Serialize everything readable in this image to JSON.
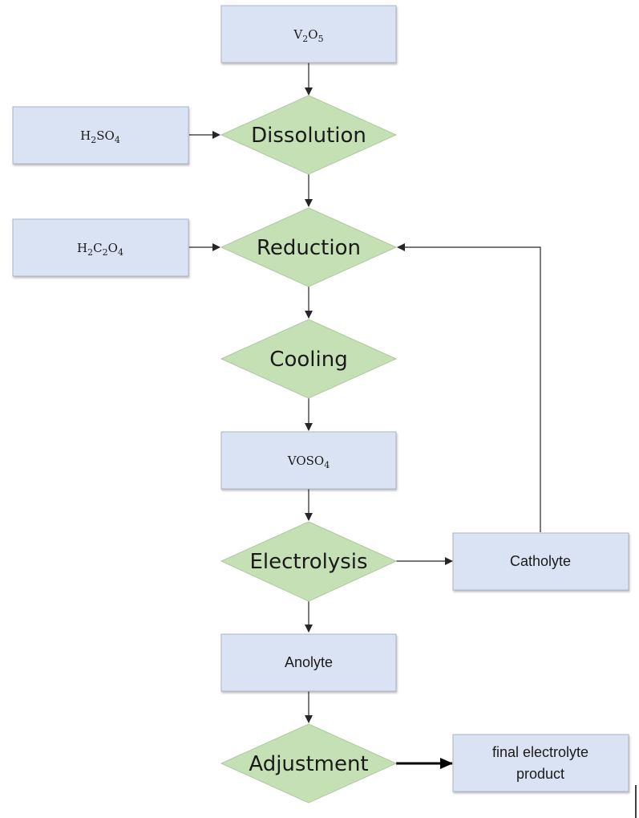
{
  "colors": {
    "box_fill": "#dae3f3",
    "diamond_fill": "#c5e0b4",
    "connector": "#262626"
  },
  "boxes": {
    "v2o5": {
      "main1": "V",
      "sub1": "2",
      "main2": "O",
      "sub2": "5"
    },
    "h2so4": {
      "main1": "H",
      "sub1": "2",
      "main2": "SO",
      "sub2": "4"
    },
    "h2c2o4": {
      "main1": "H",
      "sub1": "2",
      "main2": "C",
      "sub2": "2",
      "main3": "O",
      "sub3": "4"
    },
    "voso4": {
      "main1": "VOSO",
      "sub1": "4"
    },
    "catholyte": "Catholyte",
    "anolyte": "Anolyte",
    "final_line1": "final electrolyte",
    "final_line2": "product"
  },
  "steps": {
    "dissolution": "Dissolution",
    "reduction": "Reduction",
    "cooling": "Cooling",
    "electrolysis": "Electrolysis",
    "adjustment": "Adjustment"
  }
}
